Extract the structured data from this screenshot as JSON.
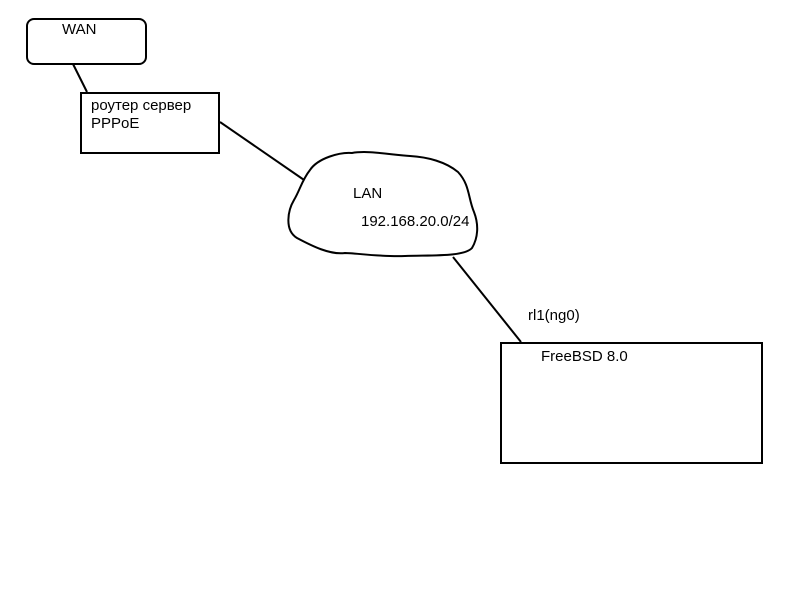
{
  "wan": {
    "label": "WAN"
  },
  "router": {
    "line1": "роутер сервер",
    "line2": "PPPoE"
  },
  "lan": {
    "label": "LAN",
    "subnet": "192.168.20.0/24"
  },
  "link": {
    "interface": "rl1(ng0)"
  },
  "host": {
    "label": "FreeBSD 8.0"
  },
  "colors": {
    "stroke": "#000000",
    "background": "#ffffff"
  }
}
